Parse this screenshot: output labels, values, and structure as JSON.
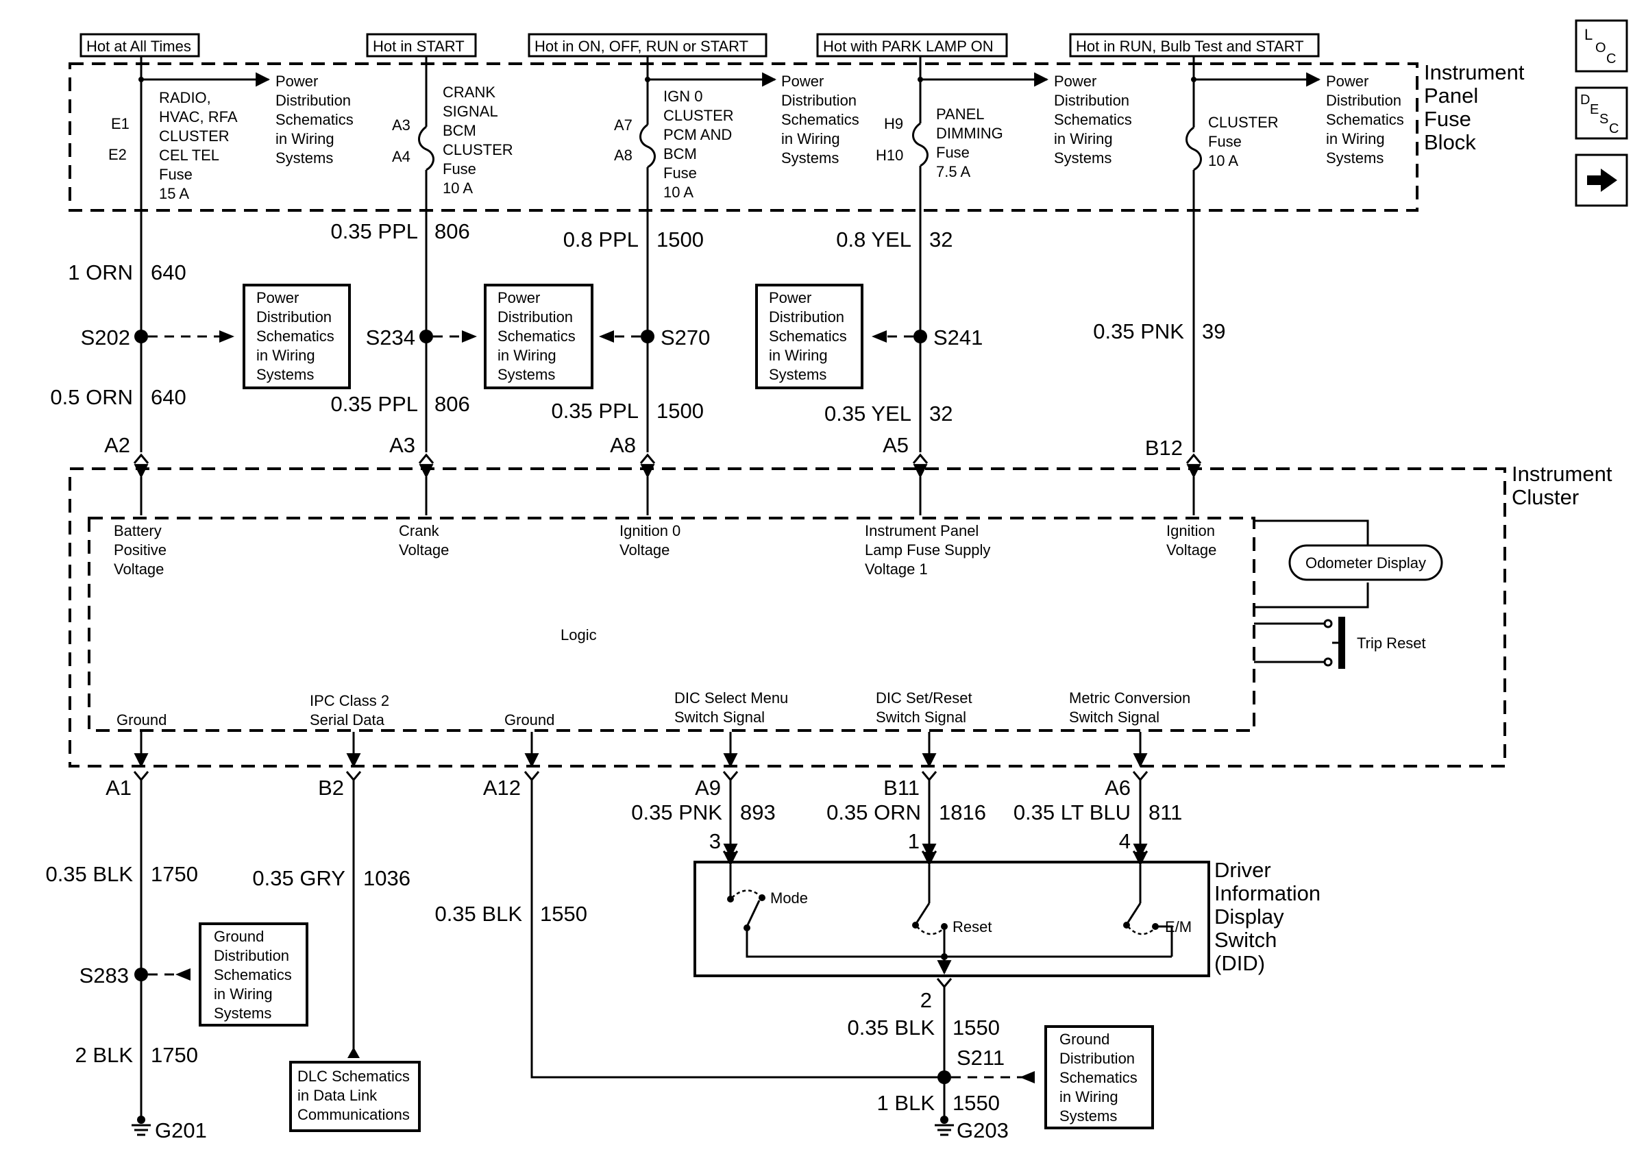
{
  "headers": [
    "Hot at All Times",
    "Hot in START",
    "Hot in ON, OFF, RUN or START",
    "Hot with PARK LAMP ON",
    "Hot in RUN, Bulb Test and START"
  ],
  "fuse_block": {
    "label": [
      "Instrument",
      "Panel",
      "Fuse",
      "Block"
    ],
    "fuses": [
      {
        "pins": [
          "E1",
          "E2"
        ],
        "lines": [
          "RADIO,",
          "HVAC, RFA",
          "CLUSTER",
          "CEL TEL",
          "Fuse",
          "15 A"
        ]
      },
      {
        "pins": [
          "A3",
          "A4"
        ],
        "lines": [
          "CRANK",
          "SIGNAL",
          "BCM",
          "CLUSTER",
          "Fuse",
          "10 A"
        ]
      },
      {
        "pins": [
          "A7",
          "A8"
        ],
        "lines": [
          "IGN 0",
          "CLUSTER",
          "PCM AND",
          "BCM",
          "Fuse",
          "10 A"
        ]
      },
      {
        "pins": [
          "H9",
          "H10"
        ],
        "lines": [
          "PANEL",
          "DIMMING",
          "Fuse",
          "7.5 A"
        ]
      },
      {
        "pins": [
          "",
          ""
        ],
        "lines": [
          "CLUSTER",
          "Fuse",
          "10 A"
        ]
      }
    ],
    "pds_lines": [
      "Power",
      "Distribution",
      "Schematics",
      "in Wiring",
      "Systems"
    ]
  },
  "wires_upper": [
    {
      "gauge": "1 ORN",
      "circuit": "640"
    },
    {
      "gauge": "0.35 PPL",
      "circuit": "806"
    },
    {
      "gauge": "0.8 PPL",
      "circuit": "1500"
    },
    {
      "gauge": "0.8 YEL",
      "circuit": "32"
    },
    {
      "gauge": "0.35 PNK",
      "circuit": "39"
    }
  ],
  "splices_upper": [
    "S202",
    "S234",
    "S270",
    "S241"
  ],
  "ref_box_lines": [
    "Power",
    "Distribution",
    "Schematics",
    "in Wiring",
    "Systems"
  ],
  "wires_lower": [
    {
      "gauge": "0.5 ORN",
      "circuit": "640"
    },
    {
      "gauge": "0.35 PPL",
      "circuit": "806"
    },
    {
      "gauge": "0.35 PPL",
      "circuit": "1500"
    },
    {
      "gauge": "0.35 YEL",
      "circuit": "32"
    }
  ],
  "cluster_pins_top": [
    "A2",
    "A3",
    "A8",
    "A5",
    "B12"
  ],
  "cluster": {
    "label": [
      "Instrument",
      "Cluster"
    ],
    "inputs": [
      [
        "Battery",
        "Positive",
        "Voltage"
      ],
      [
        "Crank",
        "Voltage"
      ],
      [
        "Ignition 0",
        "Voltage"
      ],
      [
        "Instrument Panel",
        "Lamp Fuse Supply",
        "Voltage 1"
      ],
      [
        "Ignition",
        "Voltage"
      ]
    ],
    "logic": "Logic",
    "odometer": "Odometer Display",
    "trip_reset": "Trip Reset",
    "outputs": [
      [
        "Ground"
      ],
      [
        "IPC Class 2",
        "Serial Data"
      ],
      [
        "Ground"
      ],
      [
        "DIC Select Menu",
        "Switch Signal"
      ],
      [
        "DIC Set/Reset",
        "Switch Signal"
      ],
      [
        "Metric Conversion",
        "Switch Signal"
      ]
    ]
  },
  "cluster_pins_bottom": [
    "A1",
    "B2",
    "A12",
    "A9",
    "B11",
    "A6"
  ],
  "wires_bottom": [
    {
      "gauge": "0.35 BLK",
      "circuit": "1750"
    },
    {
      "gauge": "0.35 GRY",
      "circuit": "1036"
    },
    {
      "gauge": "0.35 BLK",
      "circuit": "1550"
    },
    {
      "gauge": "0.35 PNK",
      "circuit": "893"
    },
    {
      "gauge": "0.35 ORN",
      "circuit": "1816"
    },
    {
      "gauge": "0.35 LT BLU",
      "circuit": "811"
    }
  ],
  "did": {
    "label": [
      "Driver",
      "Information",
      "Display",
      "Switch",
      "(DID)"
    ],
    "pins": [
      "3",
      "1",
      "4",
      "2"
    ],
    "switches": [
      "Mode",
      "Reset",
      "E/M"
    ]
  },
  "ground_left": {
    "splice": "S283",
    "box": [
      "Ground",
      "Distribution",
      "Schematics",
      "in Wiring",
      "Systems"
    ],
    "wire": {
      "gauge": "2 BLK",
      "circuit": "1750"
    },
    "ground": "G201"
  },
  "dlc_box": [
    "DLC Schematics",
    "in Data Link",
    "Communications"
  ],
  "ground_right": {
    "wire_top": {
      "gauge": "0.35 BLK",
      "circuit": "1550"
    },
    "splice": "S211",
    "box": [
      "Ground",
      "Distribution",
      "Schematics",
      "in Wiring",
      "Systems"
    ],
    "wire": {
      "gauge": "1 BLK",
      "circuit": "1550"
    },
    "ground": "G203"
  },
  "nav": {
    "loc": [
      "L",
      "O",
      "C"
    ],
    "desc": [
      "D",
      "E",
      "S",
      "C"
    ]
  }
}
